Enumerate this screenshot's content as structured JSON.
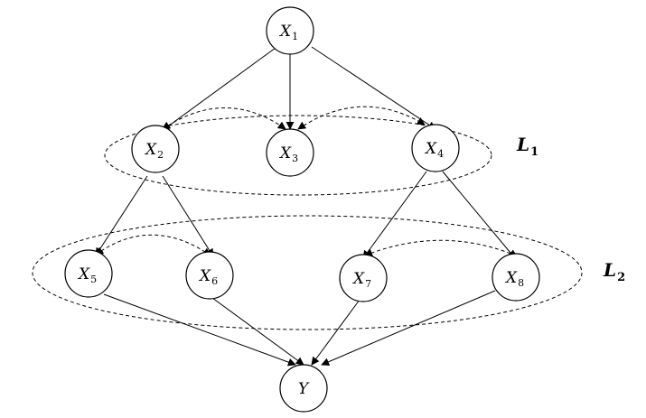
{
  "nodes": {
    "x1": {
      "main": "X",
      "sub": "1"
    },
    "x2": {
      "main": "X",
      "sub": "2"
    },
    "x3": {
      "main": "X",
      "sub": "3"
    },
    "x4": {
      "main": "X",
      "sub": "4"
    },
    "x5": {
      "main": "X",
      "sub": "5"
    },
    "x6": {
      "main": "X",
      "sub": "6"
    },
    "x7": {
      "main": "X",
      "sub": "7"
    },
    "x8": {
      "main": "X",
      "sub": "8"
    },
    "y": {
      "main": "Y",
      "sub": ""
    }
  },
  "groups": {
    "l1": {
      "main": "L",
      "sub": "1"
    },
    "l2": {
      "main": "L",
      "sub": "2"
    }
  },
  "edges": [
    {
      "from": "X1",
      "to": "X2",
      "style": "solid"
    },
    {
      "from": "X1",
      "to": "X3",
      "style": "solid"
    },
    {
      "from": "X1",
      "to": "X4",
      "style": "solid"
    },
    {
      "from": "X2",
      "to": "X5",
      "style": "solid"
    },
    {
      "from": "X2",
      "to": "X6",
      "style": "solid"
    },
    {
      "from": "X4",
      "to": "X7",
      "style": "solid"
    },
    {
      "from": "X4",
      "to": "X8",
      "style": "solid"
    },
    {
      "from": "X5",
      "to": "Y",
      "style": "solid"
    },
    {
      "from": "X6",
      "to": "Y",
      "style": "solid"
    },
    {
      "from": "X7",
      "to": "Y",
      "style": "solid"
    },
    {
      "from": "X8",
      "to": "Y",
      "style": "solid"
    },
    {
      "from": "X2",
      "to": "X3",
      "style": "dashed",
      "directed": "both"
    },
    {
      "from": "X3",
      "to": "X4",
      "style": "dashed",
      "directed": "both"
    },
    {
      "from": "X5",
      "to": "X6",
      "style": "dashed",
      "directed": "both"
    },
    {
      "from": "X7",
      "to": "X8",
      "style": "dashed",
      "directed": "both"
    }
  ],
  "colors": {
    "stroke": "#000000",
    "fill": "#ffffff"
  }
}
